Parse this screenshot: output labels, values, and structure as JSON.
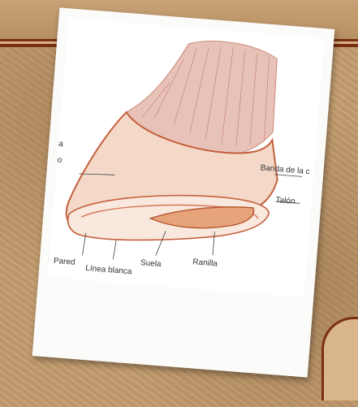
{
  "header": {
    "title": ""
  },
  "diagram": {
    "labels": {
      "left_top": "a",
      "left_second": "o",
      "coronary_band": "Banda de la c",
      "heel": "Talón",
      "wall": "Pared",
      "white_line": "Línea blanca",
      "sole": "Suela",
      "frog": "Ranilla"
    }
  },
  "colors": {
    "frame_accent": "#7a2f12",
    "background": "#c39c6e",
    "hoof_fill": "#f4d9c8",
    "hoof_outline": "#c4603c",
    "hair": "#d9a79a"
  }
}
